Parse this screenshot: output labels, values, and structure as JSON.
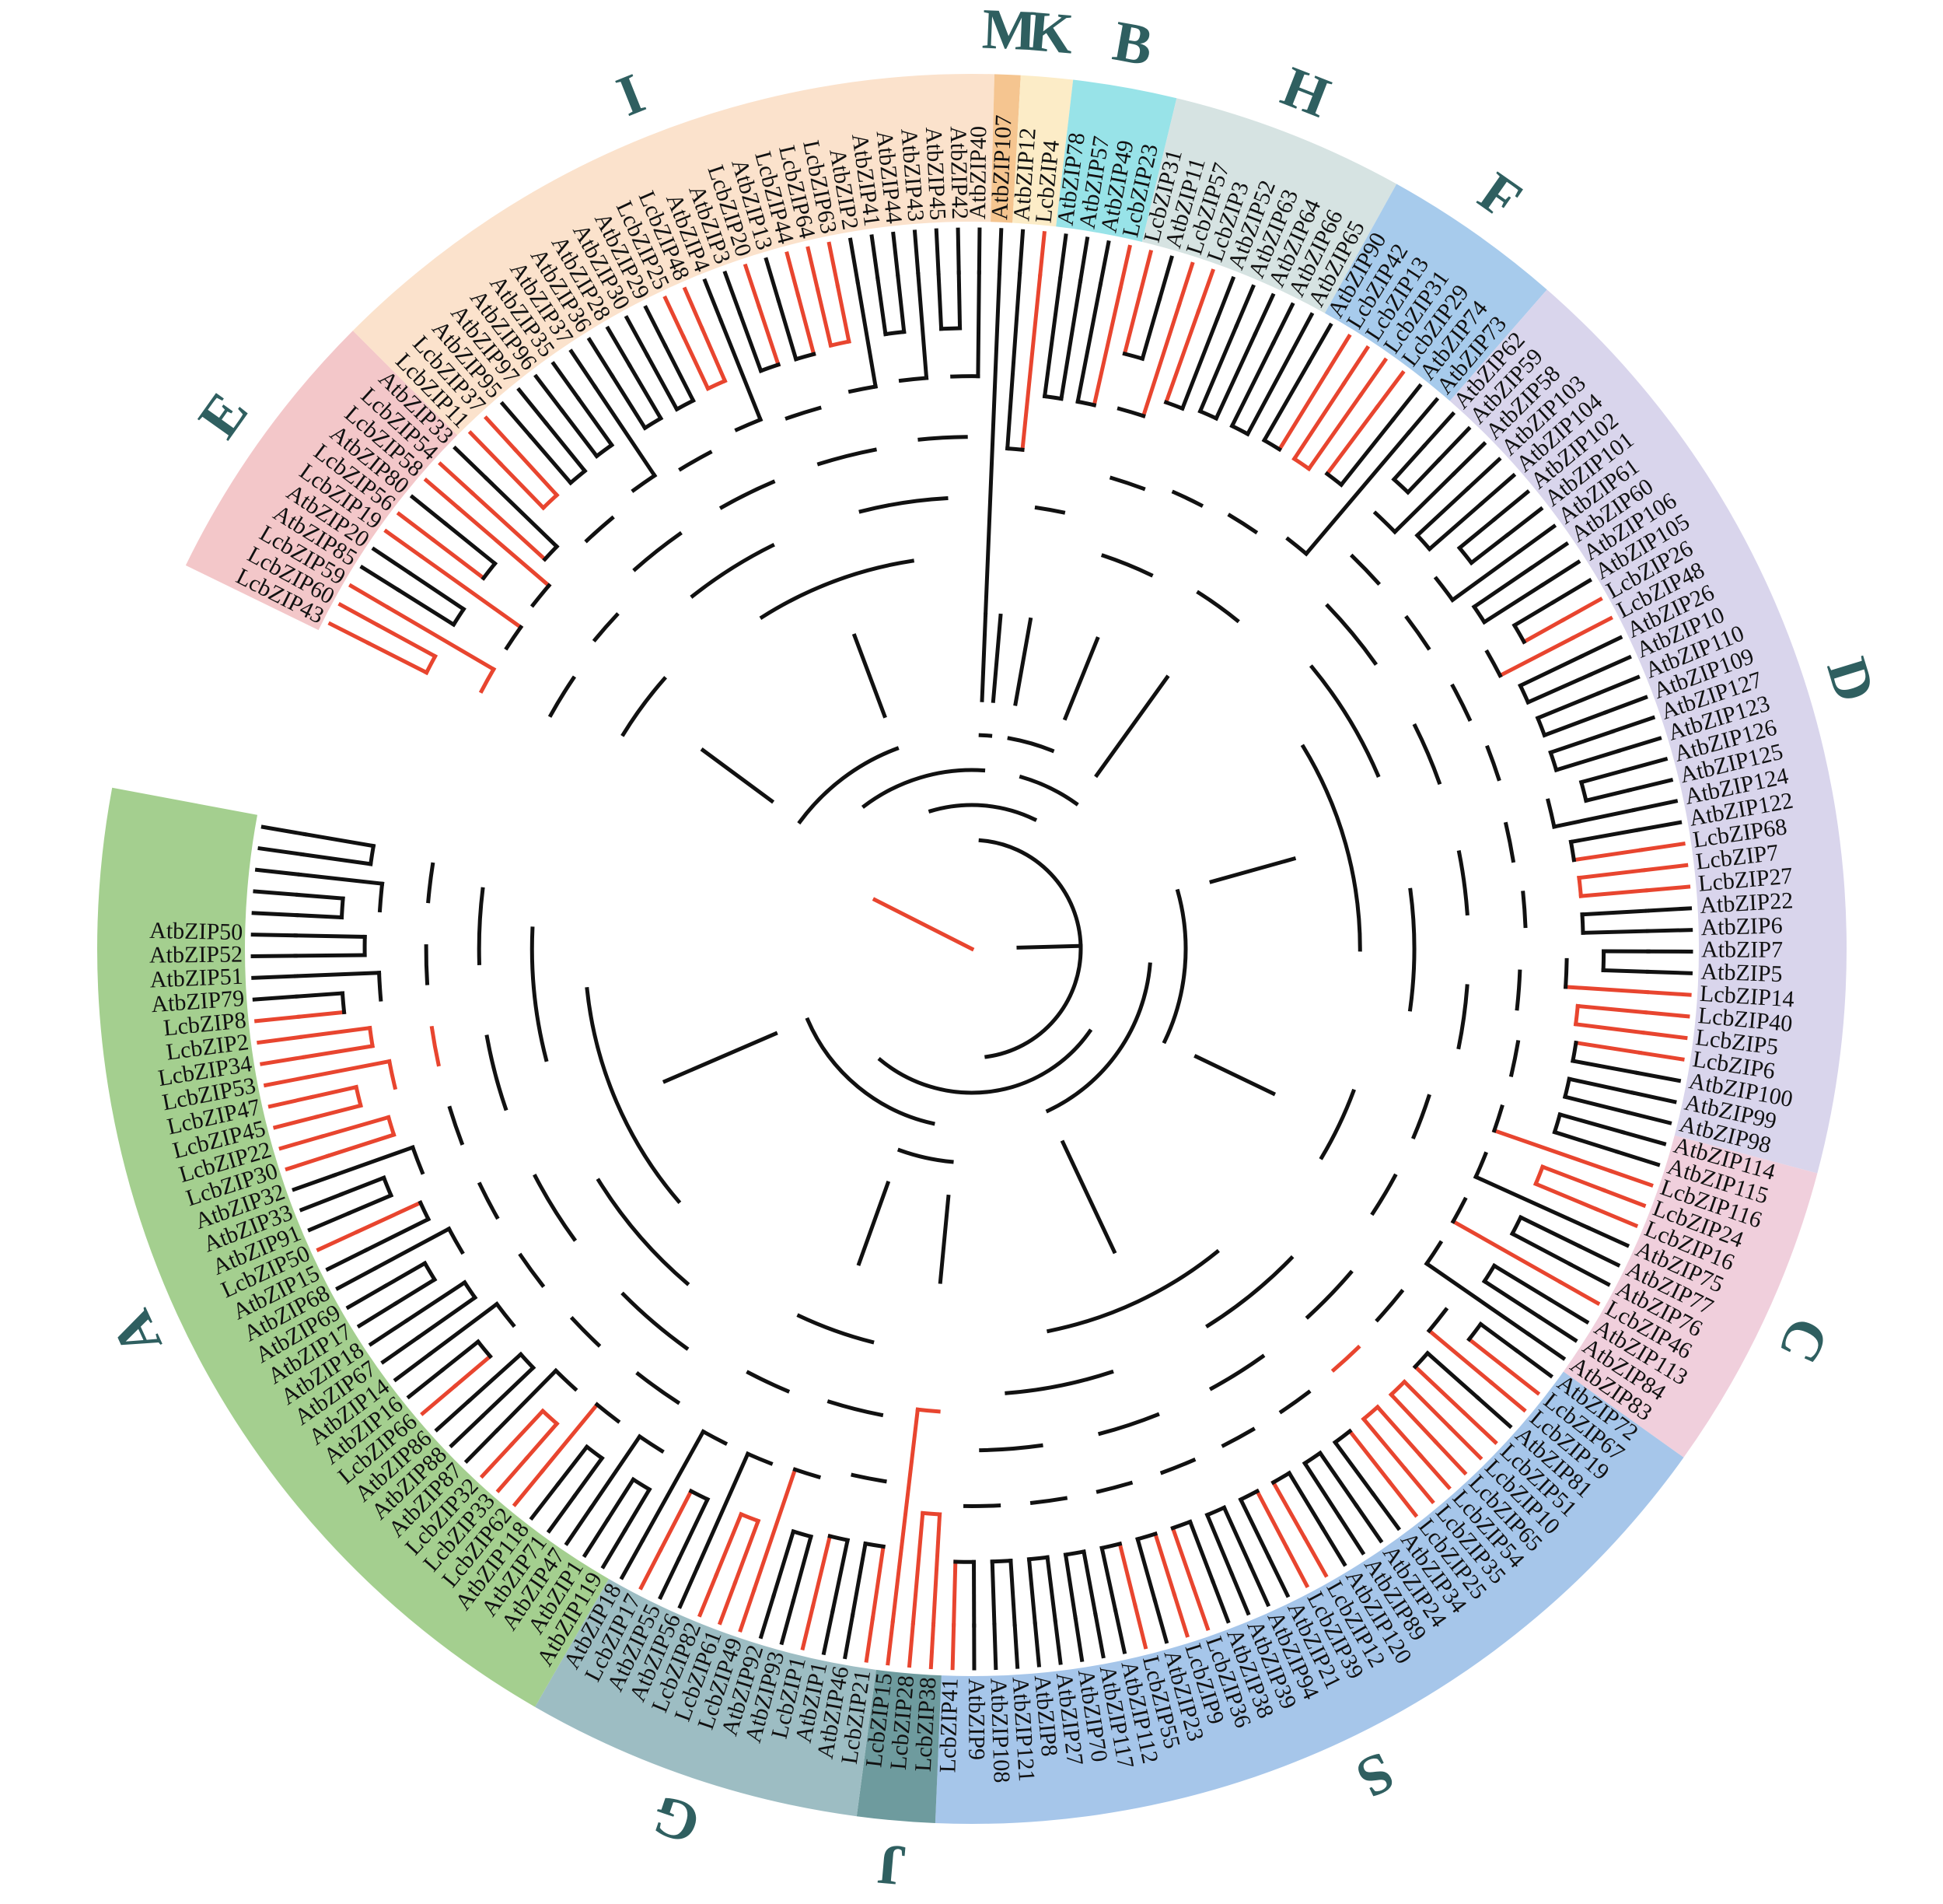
{
  "tree": {
    "leaves": [
      "LcbZIP43",
      "LcbZIP60",
      "LcbZIP59",
      "AtbZIP85",
      "AtbZIP20",
      "LcbZIP19",
      "LcbZIP56",
      "AtbZIP80",
      "LcbZIP58",
      "LcbZIP54",
      "AtbZIP33",
      "LcbZIP11",
      "LcbZIP37",
      "AtbZIP95",
      "AtbZIP97",
      "AtbZIP96",
      "AtbZIP35",
      "AtbZIP37",
      "AtbZIP36",
      "AtbZIP28",
      "AtbZIP30",
      "AtbZIP29",
      "LcbZIP25",
      "LcbZIP48",
      "AtbZIP4",
      "AtbZIP3",
      "LcbZIP20",
      "AtbZIP13",
      "LcbZIP44",
      "LcbZIP64",
      "LcbZIP63",
      "AtbZIP2",
      "AtbZIP41",
      "AtbZIP44",
      "AtbZIP43",
      "AtbZIP45",
      "AtbZIP42",
      "AtbZIP40",
      "AtbZIP107",
      "AtbZIP12",
      "LcbZIP4",
      "AtbZIP78",
      "AtbZIP57",
      "AtbZIP49",
      "LcbZIP23",
      "LcbZIP31",
      "AtbZIP11",
      "LcbZIP57",
      "LcbZIP3",
      "AtbZIP52",
      "AtbZIP63",
      "AtbZIP64",
      "AtbZIP66",
      "AtbZIP65",
      "AtbZIP90",
      "LcbZIP42",
      "LcbZIP13",
      "LcbZIP31",
      "LcbZIP29",
      "AtbZIP74",
      "AtbZIP73",
      "AtbZIP62",
      "AtbZIP59",
      "AtbZIP58",
      "AtbZIP103",
      "AtbZIP104",
      "AtbZIP102",
      "AtbZIP101",
      "AtbZIP61",
      "AtbZIP60",
      "AtbZIP106",
      "AtbZIP105",
      "LcbZIP26",
      "LcbZIP48",
      "AtbZIP26",
      "AtbZIP10",
      "AtbZIP110",
      "AtbZIP109",
      "AtbZIP127",
      "AtbZIP123",
      "AtbZIP126",
      "AtbZIP125",
      "AtbZIP124",
      "AtbZIP122",
      "LcbZIP68",
      "LcbZIP7",
      "LcbZIP27",
      "AtbZIP22",
      "AtbZIP6",
      "AtbZIP7",
      "AtbZIP5",
      "LcbZIP14",
      "LcbZIP40",
      "LcbZIP5",
      "LcbZIP6",
      "AtbZIP100",
      "AtbZIP99",
      "AtbZIP98",
      "AtbZIP114",
      "AtbZIP115",
      "LcbZIP116",
      "LcbZIP24",
      "LcbZIP16",
      "AtbZIP75",
      "AtbZIP77",
      "AtbZIP76",
      "LcbZIP46",
      "AtbZIP113",
      "AtbZIP84",
      "AtbZIP83",
      "AtbZIP72",
      "LcbZIP67",
      "LcbZIP19",
      "AtbZIP81",
      "LcbZIP51",
      "LcbZIP10",
      "LcbZIP65",
      "LcbZIP54",
      "LcbZIP35",
      "LcbZIP25",
      "AtbZIP34",
      "AtbZIP24",
      "AtbZIP89",
      "AtbZIP120",
      "LcbZIP12",
      "LcbZIP39",
      "AtbZIP21",
      "AtbZIP94",
      "AtbZIP39",
      "AtbZIP38",
      "LcbZIP36",
      "LcbZIP9",
      "AtbZIP23",
      "LcbZIP55",
      "AtbZIP112",
      "AtbZIP117",
      "AtbZIP70",
      "AtbZIP27",
      "AtbZIP8",
      "AtbZIP121",
      "AtbZIP108",
      "AtbZIP9",
      "LcbZIP41",
      "LcbZIP38",
      "LcbZIP28",
      "LcbZIP15",
      "LcbZIP21",
      "AtbZIP46",
      "AtbZIP1",
      "LcbZIP1",
      "AtbZIP93",
      "AtbZIP92",
      "LcbZIP49",
      "LcbZIP61",
      "LcbZIP82",
      "AtbZIP56",
      "AtbZIP55",
      "LcbZIP17",
      "AtbZIP18",
      "AtbZIP119",
      "AtbZIP1",
      "AtbZIP47",
      "AtbZIP71",
      "AtbZIP118",
      "LcbZIP62",
      "LcbZIP33",
      "LcbZIP32",
      "AtbZIP87",
      "AtbZIP88",
      "AtbZIP86",
      "LcbZIP66",
      "AtbZIP16",
      "AtbZIP14",
      "AtbZIP67",
      "AtbZIP18",
      "AtbZIP17",
      "AtbZIP69",
      "AtbZIP68",
      "AtbZIP15",
      "LcbZIP50",
      "AtbZIP91",
      "AtbZIP33",
      "AtbZIP32",
      "LcbZIP30",
      "LcbZIP22",
      "LcbZIP45",
      "LcbZIP47",
      "LcbZIP53",
      "LcbZIP34",
      "LcbZIP2",
      "LcbZIP8",
      "AtbZIP79",
      "AtbZIP51",
      "AtbZIP52",
      "AtbZIP50"
    ],
    "red_leaves": [
      "LcbZIP43",
      "LcbZIP60",
      "LcbZIP59",
      "LcbZIP19",
      "LcbZIP56",
      "LcbZIP58",
      "LcbZIP54",
      "LcbZIP11",
      "LcbZIP37",
      "LcbZIP25",
      "LcbZIP48",
      "LcbZIP20",
      "LcbZIP44",
      "LcbZIP64",
      "LcbZIP63",
      "LcbZIP4",
      "LcbZIP23",
      "LcbZIP31",
      "LcbZIP57",
      "LcbZIP3",
      "LcbZIP42",
      "LcbZIP13",
      "LcbZIP29",
      "LcbZIP26",
      "LcbZIP68",
      "LcbZIP7",
      "LcbZIP27",
      "LcbZIP14",
      "LcbZIP40",
      "LcbZIP5",
      "LcbZIP6",
      "LcbZIP116",
      "LcbZIP24",
      "LcbZIP16",
      "LcbZIP46",
      "LcbZIP67",
      "LcbZIP51",
      "LcbZIP10",
      "LcbZIP65",
      "LcbZIP35",
      "LcbZIP12",
      "LcbZIP39",
      "LcbZIP36",
      "LcbZIP9",
      "LcbZIP55",
      "LcbZIP41",
      "LcbZIP38",
      "LcbZIP28",
      "LcbZIP15",
      "LcbZIP21",
      "LcbZIP1",
      "LcbZIP49",
      "LcbZIP61",
      "LcbZIP82",
      "LcbZIP17",
      "LcbZIP62",
      "LcbZIP33",
      "LcbZIP32",
      "LcbZIP66",
      "LcbZIP50",
      "LcbZIP30",
      "LcbZIP22",
      "LcbZIP45",
      "LcbZIP47",
      "LcbZIP53",
      "LcbZIP34",
      "LcbZIP2",
      "LcbZIP8"
    ],
    "groups": [
      {
        "label": "E",
        "start": 0,
        "end": 10,
        "color": "#f3c7c9"
      },
      {
        "label": "I",
        "start": 11,
        "end": 37,
        "color": "#fbe2cc"
      },
      {
        "label": "M",
        "start": 38,
        "end": 38,
        "color": "#f5c590"
      },
      {
        "label": "K",
        "start": 39,
        "end": 40,
        "color": "#fcecc7"
      },
      {
        "label": "B",
        "start": 41,
        "end": 44,
        "color": "#98e3e8"
      },
      {
        "label": "H",
        "start": 45,
        "end": 53,
        "color": "#d6e3e2"
      },
      {
        "label": "F",
        "start": 54,
        "end": 60,
        "color": "#a7cbec"
      },
      {
        "label": "D",
        "start": 61,
        "end": 97,
        "color": "#d9d5ec"
      },
      {
        "label": "C",
        "start": 98,
        "end": 109,
        "color": "#f0cfdc"
      },
      {
        "label": "S",
        "start": 110,
        "end": 142,
        "color": "#a6c6ea"
      },
      {
        "label": "J",
        "start": 143,
        "end": 145,
        "color": "#6e9b9e"
      },
      {
        "label": "G",
        "start": 146,
        "end": 158,
        "color": "#9dbdc3"
      },
      {
        "label": "A",
        "start": 159,
        "end": 199,
        "color": "#a4cf8f"
      }
    ]
  }
}
